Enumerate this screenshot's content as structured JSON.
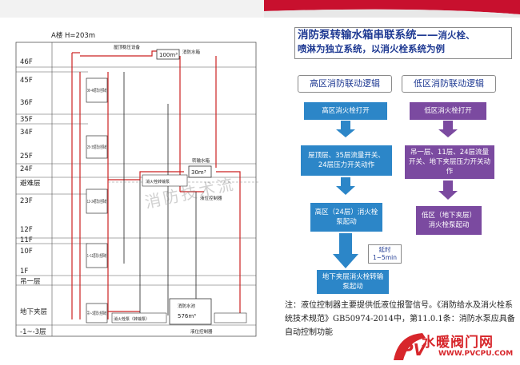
{
  "left_diagram": {
    "header": "A楼 H=203m",
    "floors": [
      "46F",
      "45F",
      "36F",
      "35F",
      "34F",
      "25F",
      "24F",
      "避难层",
      "23F",
      "12F",
      "11F",
      "10F",
      "1F",
      "吊一层",
      "地下夹层",
      "-1~-3层"
    ],
    "zone_boxes": [
      "36~46层消火栓系统",
      "25~35层消火栓系统",
      "12~24层消火栓系统",
      "1~11层消火栓系统",
      "吊~-3层消火栓系统"
    ],
    "labels": {
      "top_device": "屋顶稳压设备",
      "top_tank": "100m³",
      "top_tank_label": "消防水箱",
      "relay_tank": "30m³",
      "relay_tank_label": "转输水箱",
      "relay_pump": "消火栓转输泵",
      "level_controller": "液位控制器",
      "pool": "576m³",
      "pool_label": "消防水池",
      "bottom_pump": "消火栓泵（转输泵）",
      "level_controller2": "液位控制器"
    },
    "watermark": "消防技术流"
  },
  "title": {
    "line1_lead": "消防泵转输水箱串联系统——",
    "line1_rest": "消火栓、",
    "line2": "喷淋为独立系统，以消火栓系统为例"
  },
  "high_zone": {
    "title": "高区消防联动逻辑",
    "steps": [
      "高区消火栓打开",
      "屋顶层、35层流量开关、24层压力开关动作",
      "高区（24层）消火栓泵起动",
      "地下夹层消火栓转输泵起动"
    ],
    "delay": {
      "line1": "延时",
      "line2": "1~5min"
    }
  },
  "low_zone": {
    "title": "低区消防联动逻辑",
    "steps": [
      "低区消火栓打开",
      "吊一层、11层、24层流量开关、地下夹层压力开关动作",
      "低区（地下夹层）消火栓泵起动"
    ]
  },
  "note": "注：液位控制器主要提供低液位报警信号。《消防给水及消火栓系统技术规范》GB50974-2014中，第11.0.1条：消防水泵应具备自动控制功能",
  "logo": {
    "name": "水暖阀门网",
    "url": "WWW.PVCPU.COM"
  },
  "colors": {
    "red_pipe": "#cc2222",
    "flow_blue": "#2c86c8",
    "flow_purple": "#7b4aa0",
    "title_blue": "#1f3a93",
    "logo_red": "#d7262b"
  }
}
